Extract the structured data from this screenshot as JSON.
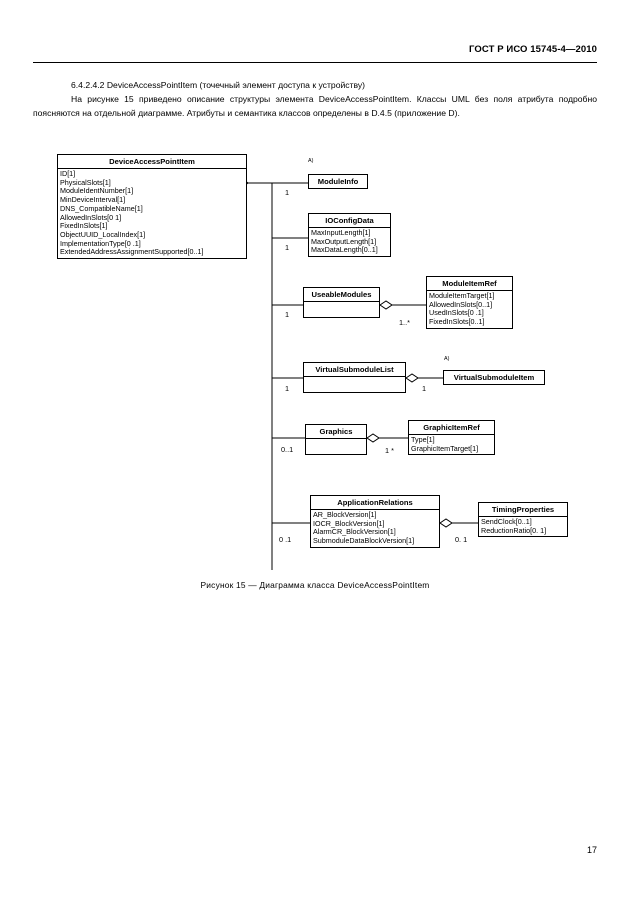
{
  "header": {
    "standard": "ГОСТ Р ИСО 15745-4—2010"
  },
  "body": {
    "clause_heading": "6.4.2.4.2 DeviceAccessPointItem (точечный элемент доступа к устройству)",
    "paragraph": "На рисунке 15 приведено описание структуры элемента DeviceAccessPointItem. Классы UML без поля атрибута подробно поясняются на отдельной диаграмме. Атрибуты и семантика классов определены в D.4.5 (приложение D)."
  },
  "diagram": {
    "footnote_mark": "A)",
    "classes": {
      "device_access_point_item": {
        "name": "DeviceAccessPointItem",
        "attributes": [
          "ID[1]",
          "PhysicalSlots[1]",
          "ModuleIdentNumber[1]",
          "MinDeviceInterval[1]",
          "DNS_CompatibleName[1]",
          "AllowedInSlots[0  1]",
          "FixedInSlots[1]",
          "ObjectUUID_LocalIndex[1]",
          "ImplementationType[0 .1]",
          "ExtendedAddressAssignmentSupported[0..1]"
        ]
      },
      "module_info": {
        "name": "ModuleInfo",
        "attributes": []
      },
      "io_config_data": {
        "name": "IOConfigData",
        "attributes": [
          "MaxInputLength[1]",
          "MaxOutputLength[1]",
          "MaxDataLength[0..1]"
        ]
      },
      "useable_modules": {
        "name": "UseableModules",
        "attributes": []
      },
      "module_item_ref": {
        "name": "ModuleItemRef",
        "attributes": [
          "ModuleItemTarget[1]",
          "AllowedInSlots[0..1]",
          "UsedInSlots[0 .1]",
          "FixedInSlots[0..1]"
        ]
      },
      "virtual_submodule_list": {
        "name": "VirtualSubmoduleList",
        "attributes": []
      },
      "virtual_submodule_item": {
        "name": "VirtualSubmoduleItem",
        "attributes": []
      },
      "graphics": {
        "name": "Graphics",
        "attributes": []
      },
      "graphic_item_ref": {
        "name": "GraphicItemRef",
        "attributes": [
          "Type[1]",
          "GraphicItemTarget[1]"
        ]
      },
      "application_relations": {
        "name": "ApplicationRelations",
        "attributes": [
          "AR_BlockVersion[1]",
          "IOCR_BlockVersion[1]",
          "AlarmCR_BlockVersion[1]",
          "SubmoduleDataBlockVersion[1]"
        ]
      },
      "timing_properties": {
        "name": "TimingProperties",
        "attributes": [
          "SendClock[0..1]",
          "ReductionRatio[0. 1]"
        ]
      }
    },
    "multiplicities": {
      "module_info": "1",
      "io_config_data": "1",
      "useable_modules": "1",
      "module_item_ref": "1..*",
      "virtual_submodule_list": "1",
      "virtual_submodule_item": "1",
      "graphics": "0..1",
      "graphic_item_ref": "1 *",
      "application_relations": "0 .1",
      "timing_properties": "0. 1"
    }
  },
  "caption": "Рисунок 15 — Диаграмма класса DeviceAccessPointItem",
  "footer": {
    "page_number": "17"
  }
}
